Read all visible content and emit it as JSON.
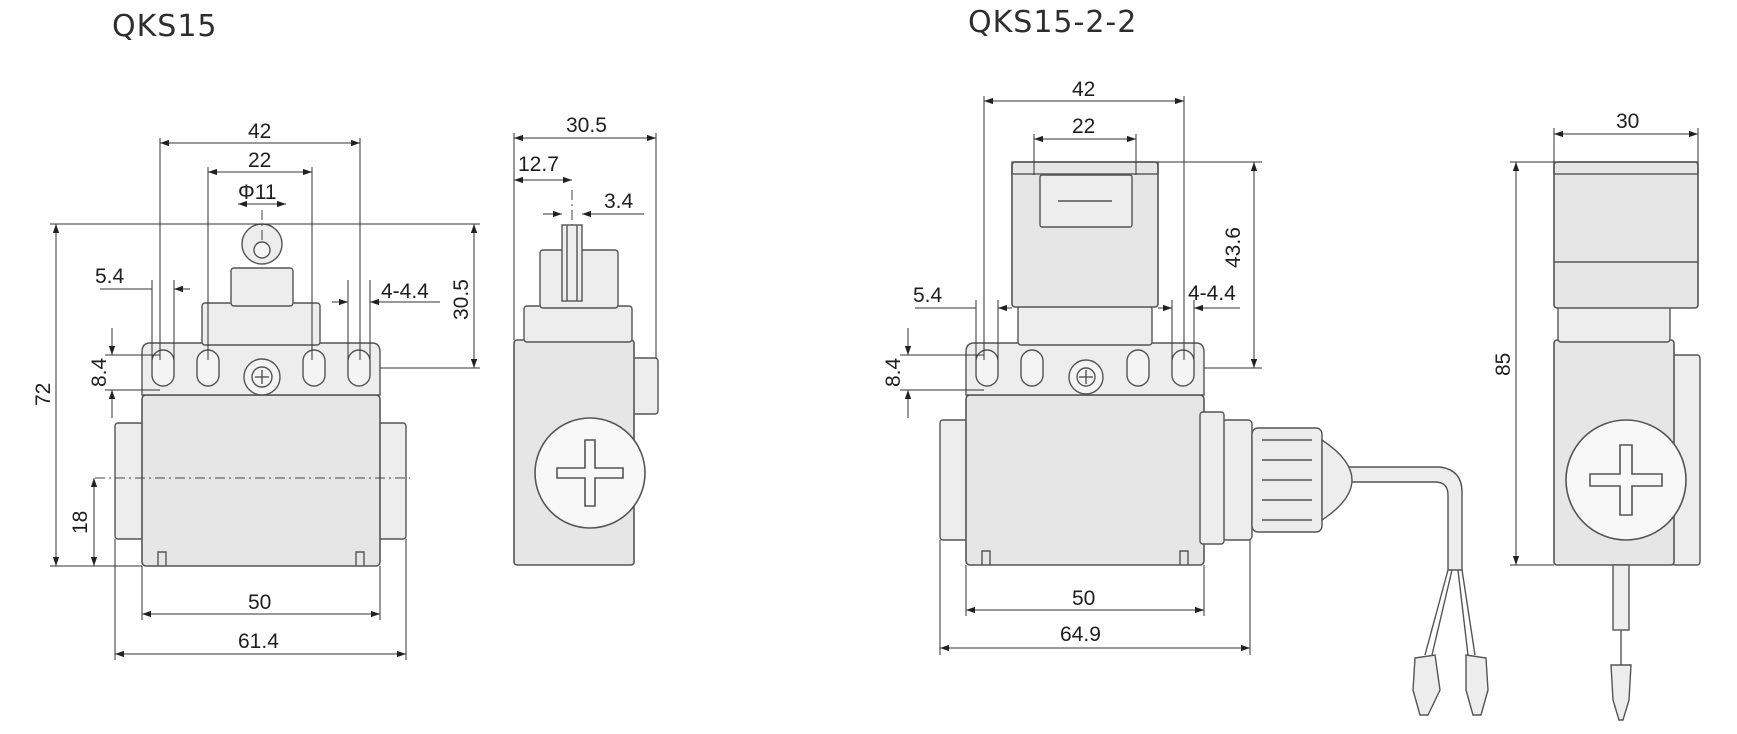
{
  "titles": {
    "left": "QKS15",
    "right": "QKS15-2-2"
  },
  "dims_left": {
    "w42": "42",
    "w22": "22",
    "phi11": "Φ11",
    "d54": "5.4",
    "d444": "4-4.4",
    "d84": "8.4",
    "h72": "72",
    "h305": "30.5",
    "h18": "18",
    "w50": "50",
    "w614": "61.4"
  },
  "dims_side": {
    "w305": "30.5",
    "d127": "12.7",
    "d34": "3.4"
  },
  "dims_right": {
    "w42": "42",
    "w22": "22",
    "d54": "5.4",
    "d444": "4-4.4",
    "h436": "43.6",
    "d84": "8.4",
    "w50": "50",
    "w649": "64.9"
  },
  "dims_side2": {
    "w30": "30",
    "h85": "85"
  },
  "colors": {
    "body_fill": "#e6e6e6",
    "outline": "#555555",
    "dimension": "#222222"
  }
}
